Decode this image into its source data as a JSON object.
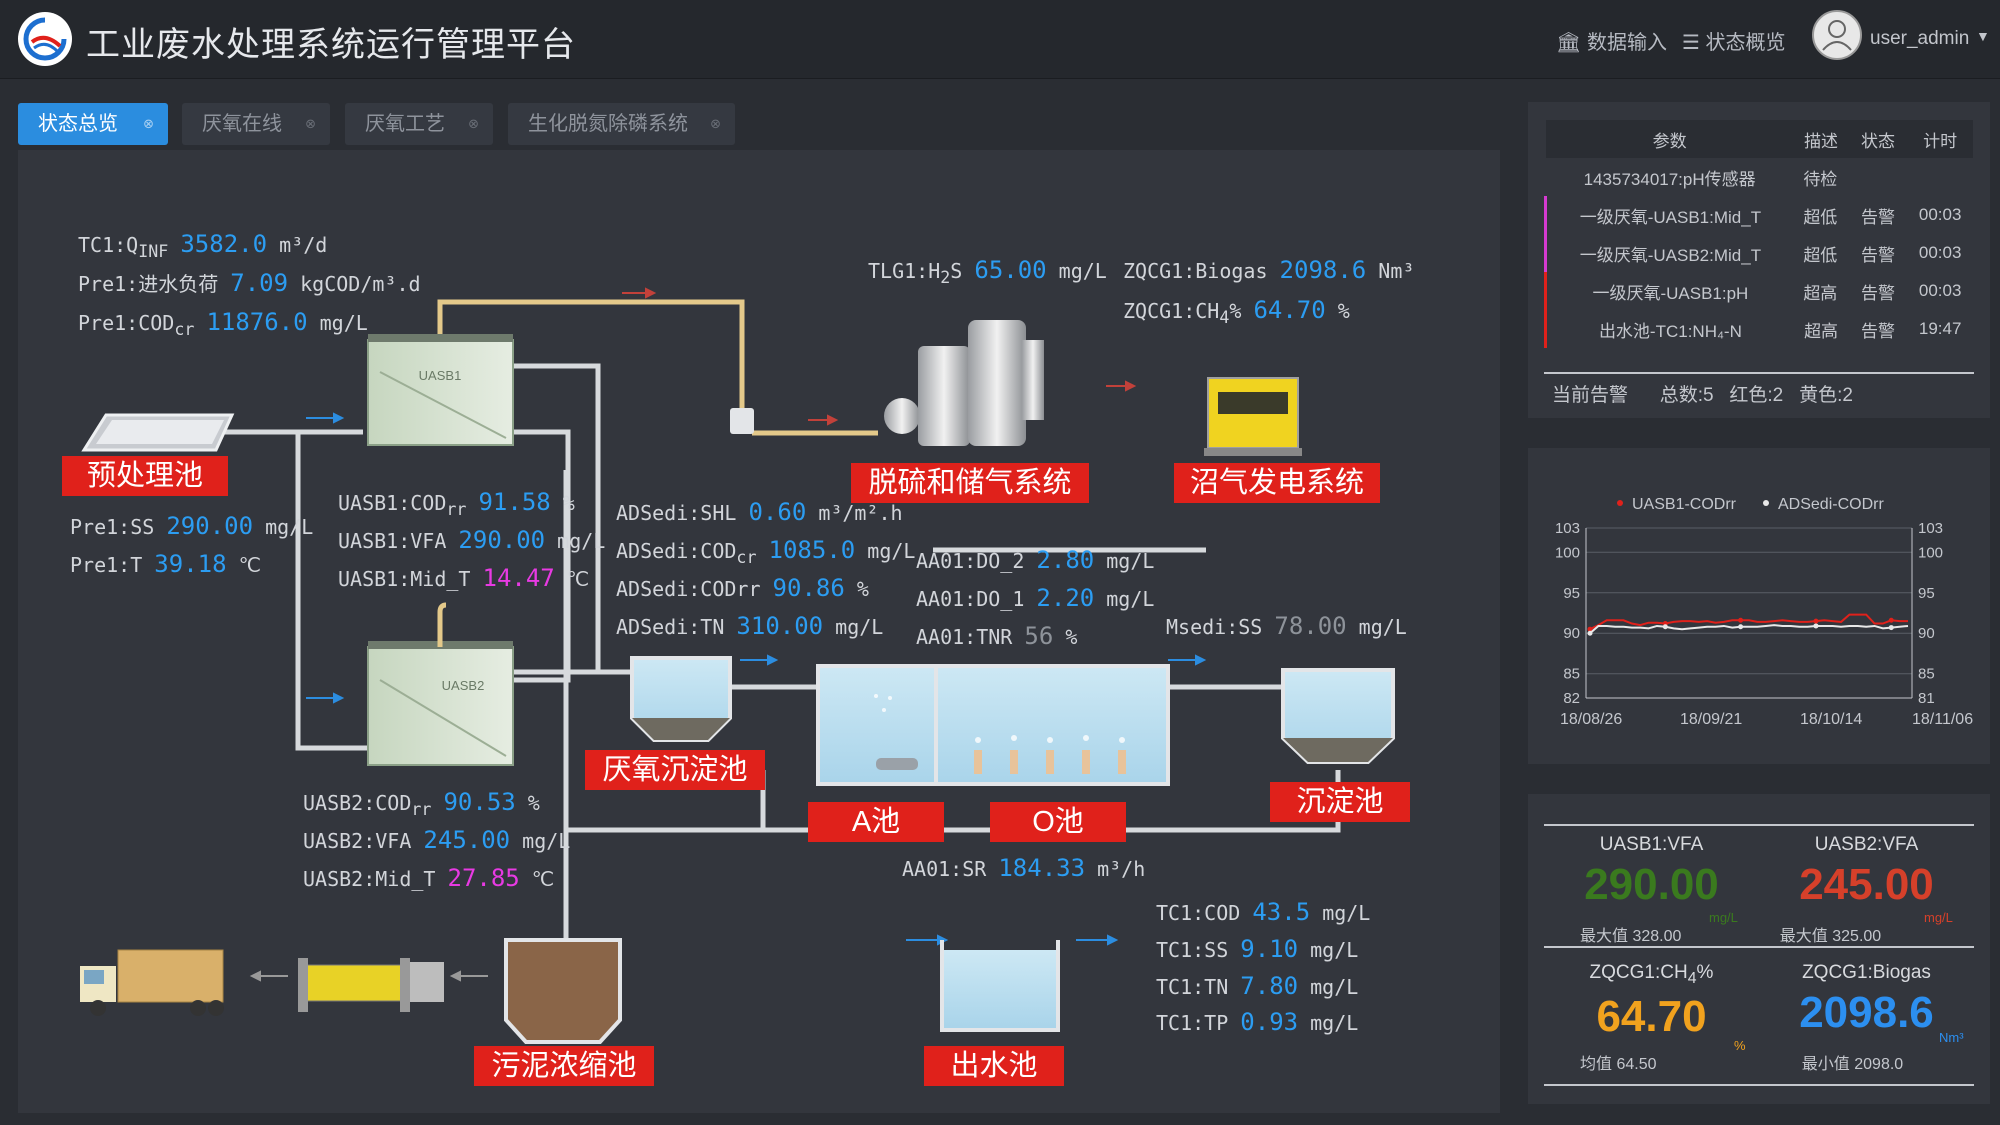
{
  "header": {
    "title": "工业废水处理系统运行管理平台",
    "data_input": "数据输入",
    "status_overview": "状态概览",
    "user": "user_admin"
  },
  "tabs": [
    {
      "label": "状态总览",
      "active": true
    },
    {
      "label": "厌氧在线",
      "active": false
    },
    {
      "label": "厌氧工艺",
      "active": false
    },
    {
      "label": "生化脱氮除磷系统",
      "active": false
    }
  ],
  "labels": {
    "pretreat": "预处理池",
    "desulf": "脱硫和储气系统",
    "power": "沼气发电系统",
    "anaerobic_settle": "厌氧沉淀池",
    "a_pool": "A池",
    "o_pool": "O池",
    "settle": "沉淀池",
    "sludge": "污泥浓缩池",
    "outlet": "出水池",
    "uasb1": "UASB1",
    "uasb2": "UASB2"
  },
  "readings": {
    "tc1_qinf": {
      "pre": "TC1:Q",
      "sub": "INF",
      "val": "3582.0",
      "unit": "m³/d"
    },
    "pre1_load": {
      "pre": "Pre1:进水负荷",
      "val": "7.09",
      "unit": "kgCOD/m³.d"
    },
    "pre1_cod": {
      "pre": "Pre1:COD",
      "sub": "cr",
      "val": "11876.0",
      "unit": "mg/L"
    },
    "tlg1_h2s": {
      "pre": "TLG1:H",
      "sub": "2",
      "post": "S",
      "val": "65.00",
      "unit": "mg/L"
    },
    "zqcg1_biogas": {
      "pre": "ZQCG1:Biogas",
      "val": "2098.6",
      "unit": "Nm³"
    },
    "zqcg1_ch4": {
      "pre": "ZQCG1:CH",
      "sub": "4",
      "post": "%",
      "val": "64.70",
      "unit": "%"
    },
    "uasb1_codrr": {
      "pre": "UASB1:COD",
      "sub": "rr",
      "val": "91.58",
      "unit": "%"
    },
    "uasb1_vfa": {
      "pre": "UASB1:VFA",
      "val": "290.00",
      "unit": "mg/L"
    },
    "uasb1_midt": {
      "pre": "UASB1:Mid_T",
      "val": "14.47",
      "unit": "℃"
    },
    "pre1_ss": {
      "pre": "Pre1:SS",
      "val": "290.00",
      "unit": "mg/L"
    },
    "pre1_t": {
      "pre": "Pre1:T",
      "val": "39.18",
      "unit": "℃"
    },
    "adsedi_shl": {
      "pre": "ADSedi:SHL",
      "val": "0.60",
      "unit": "m³/m².h"
    },
    "adsedi_cod": {
      "pre": "ADSedi:COD",
      "sub": "cr",
      "val": "1085.0",
      "unit": "mg/L"
    },
    "adsedi_codrr": {
      "pre": "ADSedi:CODrr",
      "val": "90.86",
      "unit": "%"
    },
    "adsedi_tn": {
      "pre": "ADSedi:TN",
      "val": "310.00",
      "unit": "mg/L"
    },
    "aa01_do2": {
      "pre": "AA01:DO_2",
      "val": "2.80",
      "unit": "mg/L"
    },
    "aa01_do1": {
      "pre": "AA01:DO_1",
      "val": "2.20",
      "unit": "mg/L"
    },
    "aa01_tnr": {
      "pre": "AA01:TNR",
      "val": "56",
      "unit": "%"
    },
    "msedi_ss": {
      "pre": "Msedi:SS",
      "val": "78.00",
      "unit": "mg/L"
    },
    "uasb2_codrr": {
      "pre": "UASB2:COD",
      "sub": "rr",
      "val": "90.53",
      "unit": "%"
    },
    "uasb2_vfa": {
      "pre": "UASB2:VFA",
      "val": "245.00",
      "unit": "mg/L"
    },
    "uasb2_midt": {
      "pre": "UASB2:Mid_T",
      "val": "27.85",
      "unit": "℃"
    },
    "aa01_sr": {
      "pre": "AA01:SR",
      "val": "184.33",
      "unit": "m³/h"
    },
    "tc1_cod": {
      "pre": "TC1:COD",
      "val": "43.5",
      "unit": "mg/L"
    },
    "tc1_ss": {
      "pre": "TC1:SS",
      "val": "9.10",
      "unit": "mg/L"
    },
    "tc1_tn": {
      "pre": "TC1:TN",
      "val": "7.80",
      "unit": "mg/L"
    },
    "tc1_tp": {
      "pre": "TC1:TP",
      "val": "0.93",
      "unit": "mg/L"
    }
  },
  "alarms": {
    "headers": [
      "参数",
      "描述",
      "状态",
      "计时"
    ],
    "rows": [
      {
        "param": "1435734017:pH传感器",
        "desc": "待检",
        "state": "",
        "time": "",
        "marker": ""
      },
      {
        "param": "一级厌氧-UASB1:Mid_T",
        "desc": "超低",
        "state": "告警",
        "time": "00:03",
        "marker": "#d63ad1"
      },
      {
        "param": "一级厌氧-UASB2:Mid_T",
        "desc": "超低",
        "state": "告警",
        "time": "00:03",
        "marker": "#d63ad1"
      },
      {
        "param": "一级厌氧-UASB1:pH",
        "desc": "超高",
        "state": "告警",
        "time": "00:03",
        "marker": "#e0211b"
      },
      {
        "param": "出水池-TC1:NH₄-N",
        "desc": "超高",
        "state": "告警",
        "time": "19:47",
        "marker": "#e0211b"
      }
    ],
    "summary": {
      "label": "当前告警",
      "total": "总数:5",
      "red": "红色:2",
      "yellow": "黄色:2"
    }
  },
  "chart_data": {
    "type": "line",
    "series": [
      {
        "name": "UASB1-CODrr",
        "color": "#e0211b",
        "values": [
          90.5,
          91.0,
          91.6,
          91.6,
          91.6,
          91.2,
          91.0,
          91.3,
          91.3,
          91.2,
          91.4,
          91.5,
          91.5,
          91.4,
          91.5,
          91.3,
          91.4,
          91.6,
          91.6,
          91.6,
          91.4,
          91.4,
          91.5,
          91.6,
          91.5,
          91.4,
          91.4,
          91.5,
          91.6,
          91.5,
          91.4,
          92.3,
          92.3,
          92.3,
          91.2,
          91.2,
          91.6,
          91.5,
          91.5
        ]
      },
      {
        "name": "ADSedi-CODrr",
        "color": "#e8e8e8",
        "values": [
          90.0,
          90.9,
          90.9,
          90.8,
          90.8,
          90.7,
          90.7,
          90.6,
          90.9,
          90.8,
          90.6,
          90.5,
          90.6,
          90.7,
          90.8,
          90.8,
          90.9,
          90.7,
          90.8,
          90.8,
          90.8,
          90.9,
          91.0,
          90.9,
          90.9,
          90.8,
          90.8,
          90.9,
          90.9,
          90.9,
          90.8,
          90.9,
          90.9,
          90.8,
          90.9,
          90.6,
          90.7,
          90.8,
          90.9
        ]
      }
    ],
    "x_labels": [
      "18/08/26",
      "18/09/21",
      "18/10/14",
      "18/11/06"
    ],
    "y_left_ticks": [
      82,
      85,
      90,
      95,
      100,
      103
    ],
    "y_right_ticks": [
      81,
      85,
      90,
      95,
      100,
      103
    ],
    "ylim": [
      82,
      103
    ],
    "grid": true,
    "legend": "top"
  },
  "kpis": [
    {
      "label": "UASB1:VFA",
      "value": "290.00",
      "unit": "mg/L",
      "foot": "最大值 328.00",
      "color": "#3a7a1e"
    },
    {
      "label": "UASB2:VFA",
      "value": "245.00",
      "unit": "mg/L",
      "foot": "最大值 325.00",
      "color": "#d6402a"
    },
    {
      "label_pre": "ZQCG1:CH",
      "label_sub": "4",
      "label_post": "%",
      "value": "64.70",
      "unit": "%",
      "foot": "均值 64.50",
      "color": "#f1a21e"
    },
    {
      "label": "ZQCG1:Biogas",
      "value": "2098.6",
      "unit": "Nm³",
      "foot": "最小值 2098.0",
      "color": "#2c8ff0"
    }
  ]
}
